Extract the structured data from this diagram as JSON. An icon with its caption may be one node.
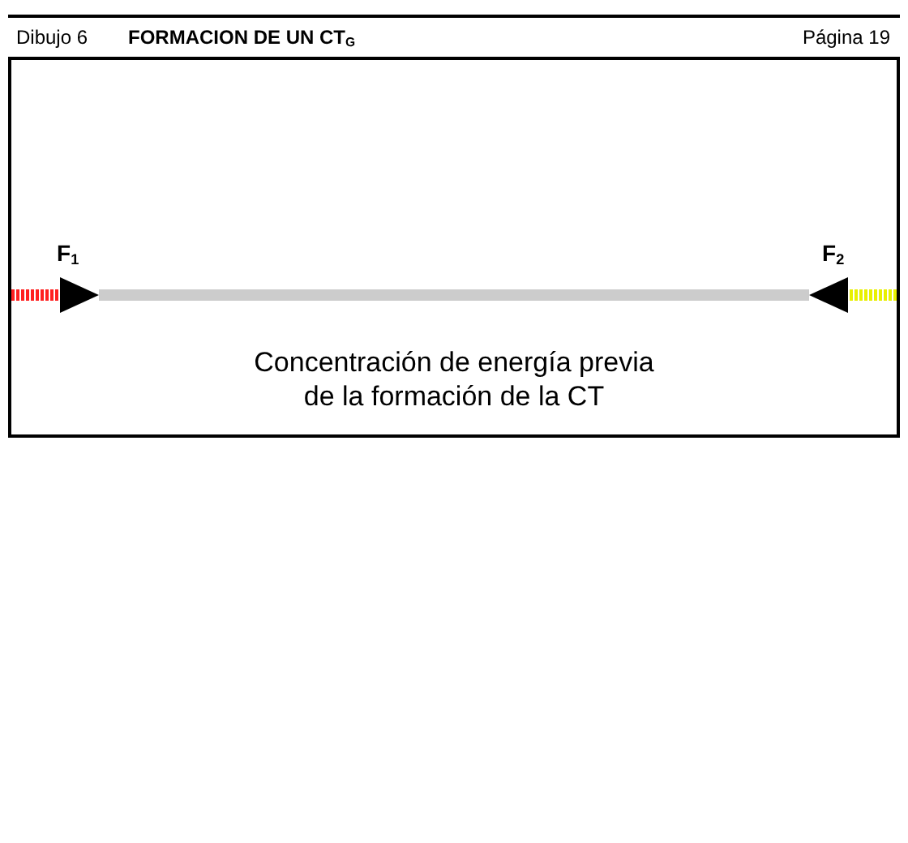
{
  "diagram": {
    "title": "FORMACION DE UN CT$_{G}$",
    "labels": [
      "Dibujo 6",
      "Página 19",
      "F$_{1}$",
      "F$_{2}$",
      "Concentración de energía previa de la formación de la CT"
    ]
  }
}
